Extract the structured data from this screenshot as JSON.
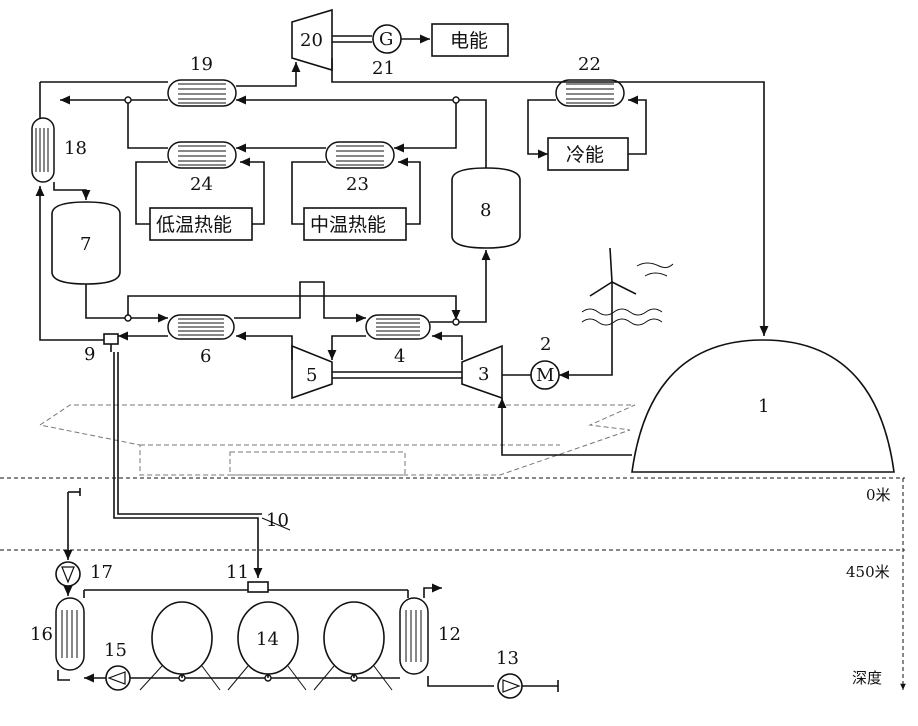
{
  "diagram": {
    "components": [
      {
        "id": "1",
        "label": "1"
      },
      {
        "id": "2",
        "label": "2"
      },
      {
        "id": "3",
        "label": "3"
      },
      {
        "id": "4",
        "label": "4"
      },
      {
        "id": "5",
        "label": "5"
      },
      {
        "id": "6",
        "label": "6"
      },
      {
        "id": "7",
        "label": "7"
      },
      {
        "id": "8",
        "label": "8"
      },
      {
        "id": "9",
        "label": "9"
      },
      {
        "id": "10",
        "label": "10"
      },
      {
        "id": "11",
        "label": "11"
      },
      {
        "id": "12",
        "label": "12"
      },
      {
        "id": "13",
        "label": "13"
      },
      {
        "id": "14",
        "label": "14"
      },
      {
        "id": "15",
        "label": "15"
      },
      {
        "id": "16",
        "label": "16"
      },
      {
        "id": "17",
        "label": "17"
      },
      {
        "id": "18",
        "label": "18"
      },
      {
        "id": "19",
        "label": "19"
      },
      {
        "id": "20",
        "label": "20"
      },
      {
        "id": "21",
        "label": "21"
      },
      {
        "id": "22",
        "label": "22"
      },
      {
        "id": "23",
        "label": "23"
      },
      {
        "id": "24",
        "label": "24"
      }
    ],
    "boxes": {
      "electric_energy": "电能",
      "cold_energy": "冷能",
      "low_temp_heat": "低温热能",
      "mid_temp_heat": "中温热能"
    },
    "symbols": {
      "generator": "G",
      "motor": "M"
    },
    "depth_axis": {
      "surface": "0米",
      "deep": "450米",
      "label": "深度"
    }
  }
}
